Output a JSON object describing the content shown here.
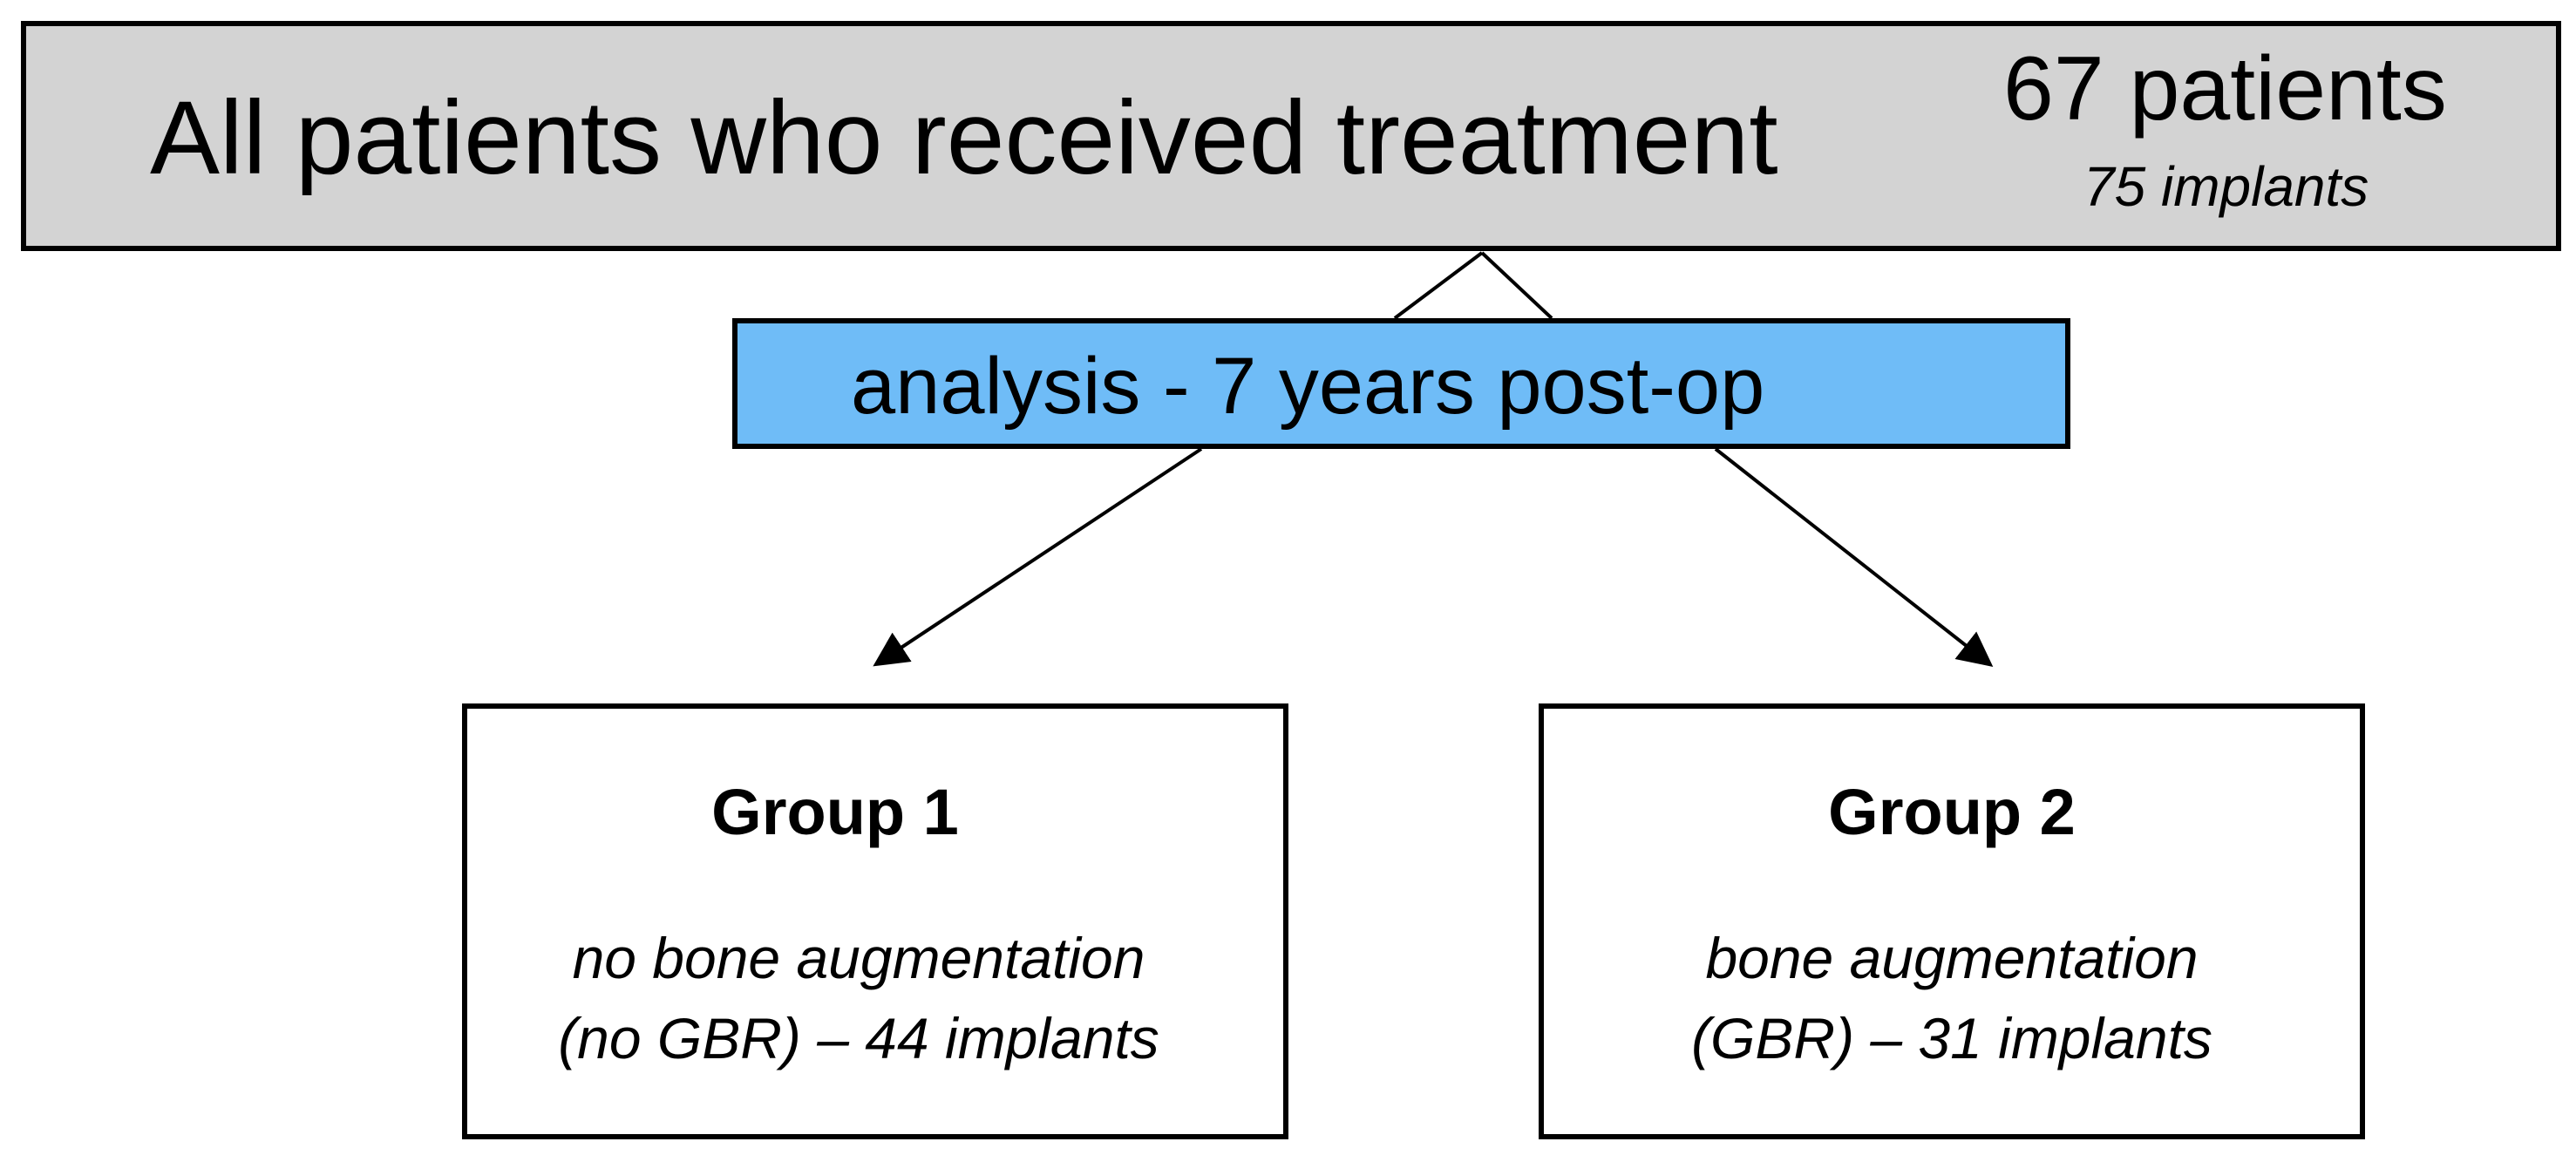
{
  "top": {
    "title": "All patients who received treatment",
    "count": "67 patients",
    "sub": "75 implants"
  },
  "analysis": {
    "label": "analysis - 7 years post-op"
  },
  "groups": [
    {
      "title": "Group 1",
      "desc_line1": "no bone augmentation",
      "desc_line2": "(no GBR) – 44 implants"
    },
    {
      "title": "Group 2",
      "desc_line1": "bone augmentation",
      "desc_line2": "(GBR) – 31 implants"
    }
  ],
  "colors": {
    "top_fill": "#d3d3d3",
    "analysis_fill": "#6fbcf7",
    "stroke": "#000000"
  }
}
